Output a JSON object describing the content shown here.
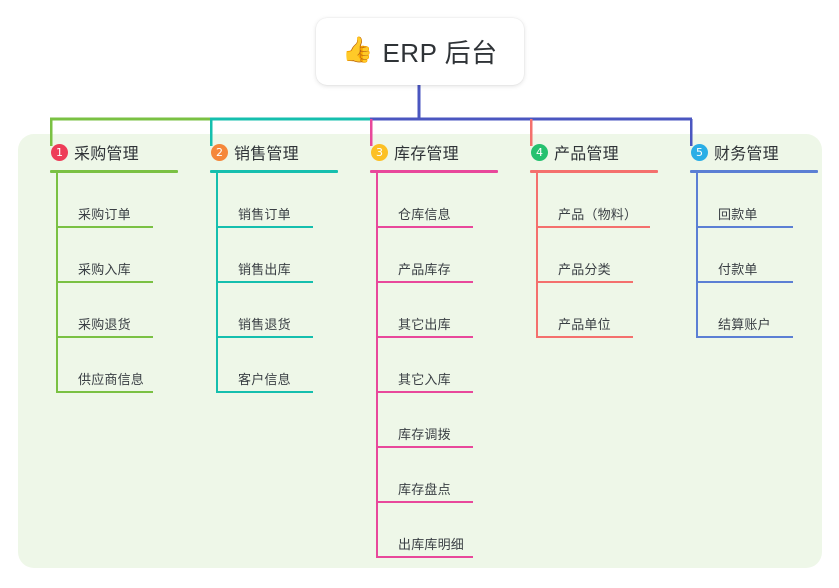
{
  "diagram": {
    "type": "mindmap",
    "title": "ERP 后台",
    "canvas_background": "#ffffff",
    "panel_background": "#eef7e8"
  },
  "root": {
    "icon": "thumbs-up-icon",
    "icon_glyph": "👍",
    "label": "ERP 后台",
    "card_background": "#ffffff",
    "text_color": "#2f3337"
  },
  "bus": {
    "stem_color": "#4a56c0",
    "segments": [
      {
        "name": "segment-green",
        "color": "#7ac143"
      },
      {
        "name": "segment-teal",
        "color": "#15bfae"
      },
      {
        "name": "segment-blue",
        "color": "#4a56c0"
      }
    ]
  },
  "columns": [
    {
      "index": "1",
      "badge": "1",
      "badge_color": "#ee3d58",
      "line_color": "#7ac143",
      "drop_color": "#7ac143",
      "title": "采购管理",
      "items": [
        {
          "label": "采购订单"
        },
        {
          "label": "采购入库"
        },
        {
          "label": "采购退货"
        },
        {
          "label": "供应商信息"
        }
      ]
    },
    {
      "index": "2",
      "badge": "2",
      "badge_color": "#f5873a",
      "line_color": "#15bfae",
      "drop_color": "#15bfae",
      "title": "销售管理",
      "items": [
        {
          "label": "销售订单"
        },
        {
          "label": "销售出库"
        },
        {
          "label": "销售退货"
        },
        {
          "label": "客户信息"
        }
      ]
    },
    {
      "index": "3",
      "badge": "3",
      "badge_color": "#fcc024",
      "line_color": "#e8489b",
      "drop_color": "#e8489b",
      "title": "库存管理",
      "items": [
        {
          "label": "仓库信息"
        },
        {
          "label": "产品库存"
        },
        {
          "label": "其它出库"
        },
        {
          "label": "其它入库"
        },
        {
          "label": "库存调拨"
        },
        {
          "label": "库存盘点"
        },
        {
          "label": "出库库明细"
        }
      ]
    },
    {
      "index": "4",
      "badge": "4",
      "badge_color": "#25c16f",
      "line_color": "#f4706d",
      "drop_color": "#f4706d",
      "title": "产品管理",
      "items": [
        {
          "label": "产品（物料）",
          "wide": true
        },
        {
          "label": "产品分类"
        },
        {
          "label": "产品单位"
        }
      ]
    },
    {
      "index": "5",
      "badge": "5",
      "badge_color": "#2aaee6",
      "line_color": "#5b7fd4",
      "drop_color": "#4a56c0",
      "title": "财务管理",
      "items": [
        {
          "label": "回款单"
        },
        {
          "label": "付款单"
        },
        {
          "label": "结算账户"
        }
      ]
    }
  ]
}
